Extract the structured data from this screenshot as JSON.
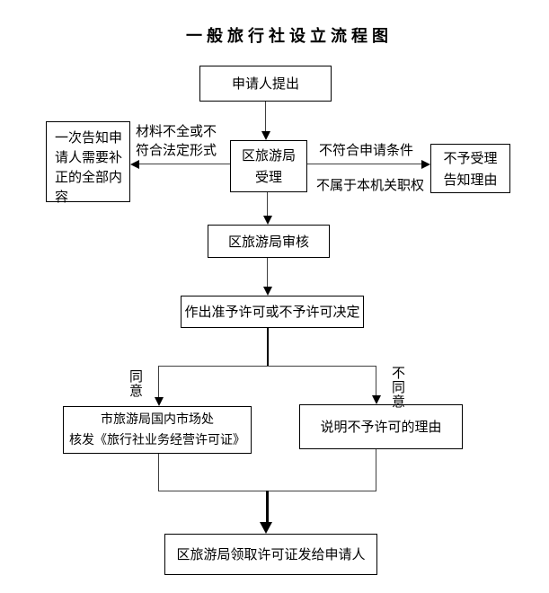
{
  "title": "一般旅行社设立流程图",
  "nodes": {
    "apply": "申请人提出",
    "notify": "一次告知申\n请人需要补\n正的全部内\n容",
    "accept": "区旅游局\n受理",
    "reject": "不予受理\n告知理由",
    "review": "区旅游局审核",
    "decision": "作出准予许可或不予许可决定",
    "license": "市旅游局国内市场处\n核发《旅行社业务经营许可证》",
    "refuse": "说明不予许可的理由",
    "final": "区旅游局领取许可证发给申请人"
  },
  "labels": {
    "materials": "材料不全或不\n符合法定形式",
    "condition": "不符合申请条件",
    "authority": "不属于本机关职权",
    "agree": "同意",
    "disagree": "不同意"
  },
  "colors": {
    "background": "#ffffff",
    "border": "#000000",
    "line": "#3f3f3f",
    "text": "#000000"
  }
}
